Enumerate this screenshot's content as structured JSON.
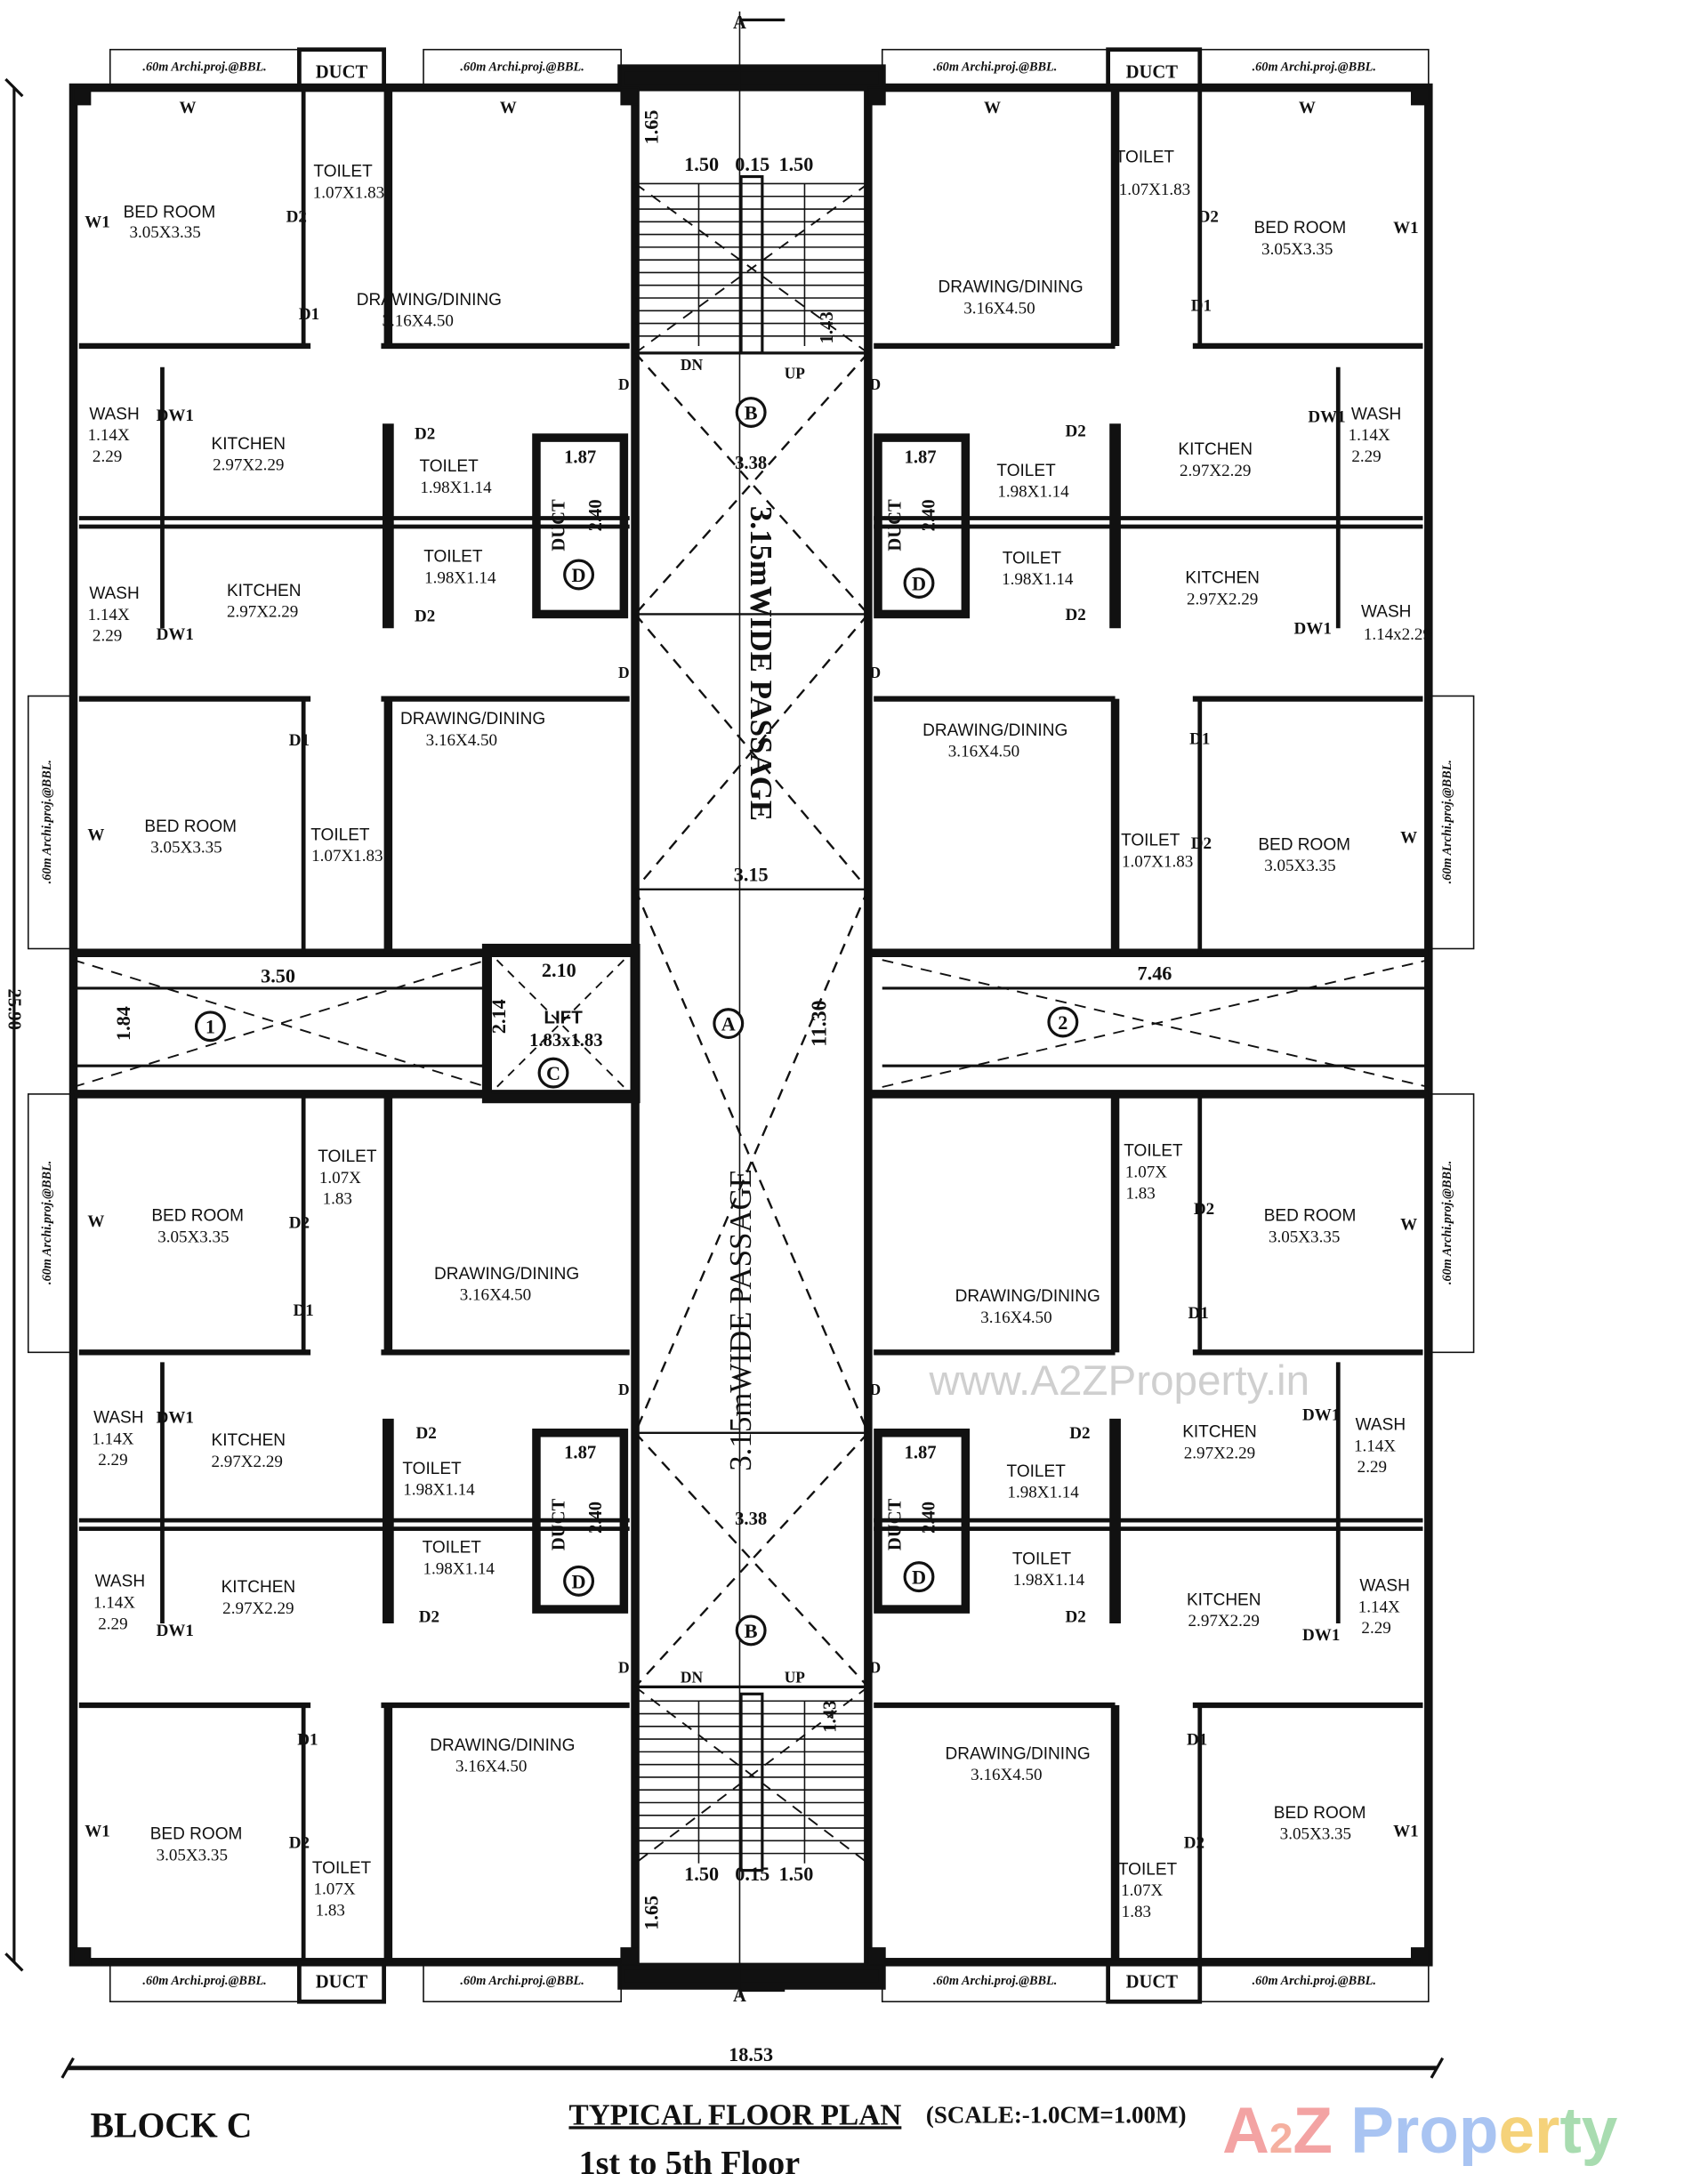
{
  "title": {
    "block": "BLOCK C",
    "plan_title": "TYPICAL FLOOR PLAN",
    "scale": "(SCALE:-1.0CM=1.00M)",
    "floors": "1st to 5th Floor"
  },
  "logo": {
    "text": "A2Z Property",
    "colors": [
      "#f3a3a3",
      "#a9c4f2",
      "#f5d27a",
      "#a8dcb0"
    ]
  },
  "watermark": "www.A2ZProperty.in",
  "dimensions": {
    "overall_width": "18.53",
    "overall_height": "25.90"
  },
  "passage_label_top": "3.15mWIDE PASSAGE",
  "passage_label_bottom": "3.15mWIDE PASSAGE",
  "strip_label": ".60m Archi.proj.@BBL.",
  "duct_label": "DUCT",
  "section_marker": "A",
  "labels": [
    "TOILET",
    "1.07X1.83",
    "BED ROOM",
    "3.05X3.35",
    "W1",
    "D2",
    "D1",
    "DRAWING/DINING",
    "3.16X4.50",
    "W",
    "W",
    "WASH",
    "1.14X",
    "2.29",
    "DW1",
    "KITCHEN",
    "2.97X2.29",
    "D2",
    "TOILET",
    "1.98X1.14",
    "TOILET",
    "1.98X1.14",
    "D2",
    "WASH",
    "1.14X",
    "2.29",
    "DW1",
    "KITCHEN",
    "2.97X2.29",
    "DRAWING/DINING",
    "3.16X4.50",
    "D1",
    "BED ROOM",
    "3.05X3.35",
    "W",
    "TOILET",
    "1.07X1.83",
    "TOILET",
    "1.07X1.83",
    "D2",
    "BED ROOM",
    "3.05X3.35",
    "W1",
    "DRAWING/DINING",
    "3.16X4.50",
    "D1",
    "W",
    "W",
    "DW1",
    "WASH",
    "1.14X",
    "2.29",
    "KITCHEN",
    "2.97X2.29",
    "D2",
    "TOILET",
    "1.98X1.14",
    "TOILET",
    "1.98X1.14",
    "D2",
    "KITCHEN",
    "2.97X2.29",
    "DW1",
    "WASH",
    "1.14x2.29",
    "DRAWING/DINING",
    "3.16X4.50",
    "D1",
    "TOILET",
    "1.07X1.83",
    "D2",
    "BED ROOM",
    "3.05X3.35",
    "W",
    "3.50",
    "1.84",
    "2.10",
    "2.14",
    "LIFT",
    "1.83x1.83",
    "11.30",
    "7.46",
    "TOILET",
    "1.07X",
    "1.83",
    "D2",
    "BED ROOM",
    "3.05X3.35",
    "W",
    "DRAWING/DINING",
    "3.16X4.50",
    "D1",
    "WASH",
    "1.14X",
    "2.29",
    "DW1",
    "KITCHEN",
    "2.97X2.29",
    "D2",
    "TOILET",
    "1.98X1.14",
    "TOILET",
    "1.98X1.14",
    "D2",
    "WASH",
    "1.14X",
    "2.29",
    "DW1",
    "KITCHEN",
    "2.97X2.29",
    "DRAWING/DINING",
    "3.16X4.50",
    "D1",
    "W1",
    "BED ROOM",
    "3.05X3.35",
    "D2",
    "TOILET",
    "1.07X",
    "1.83",
    "TOILET",
    "1.07X",
    "1.83",
    "D2",
    "BED ROOM",
    "3.05X3.35",
    "W",
    "DRAWING/DINING",
    "3.16X4.50",
    "D1",
    "KITCHEN",
    "2.97X2.29",
    "DW1",
    "WASH",
    "1.14X",
    "2.29",
    "D2",
    "TOILET",
    "1.98X1.14",
    "TOILET",
    "1.98X1.14",
    "D2",
    "KITCHEN",
    "2.97X2.29",
    "DW1",
    "WASH",
    "1.14X",
    "2.29",
    "DRAWING/DINING",
    "3.16X4.50",
    "D1",
    "BED ROOM",
    "3.05X3.35",
    "W1",
    "D2",
    "TOILET",
    "1.07X",
    "1.83",
    "1.50",
    "0.15",
    "1.50",
    "1.65",
    "DN",
    "UP",
    "1.43",
    "1.87",
    "2.40",
    "3.38",
    "1.87",
    "2.40",
    "3.15",
    "1.87",
    "2.40",
    "3.38",
    "1.87",
    "2.40",
    "DN",
    "UP",
    "1.43",
    "1.50",
    "0.15",
    "1.50",
    "1.65",
    "D",
    "D",
    "D",
    "D",
    "D",
    "D",
    "D",
    "D"
  ],
  "grid_markers": [
    "B",
    "B",
    "A",
    "1",
    "2",
    "C",
    "D",
    "D",
    "D",
    "D"
  ]
}
